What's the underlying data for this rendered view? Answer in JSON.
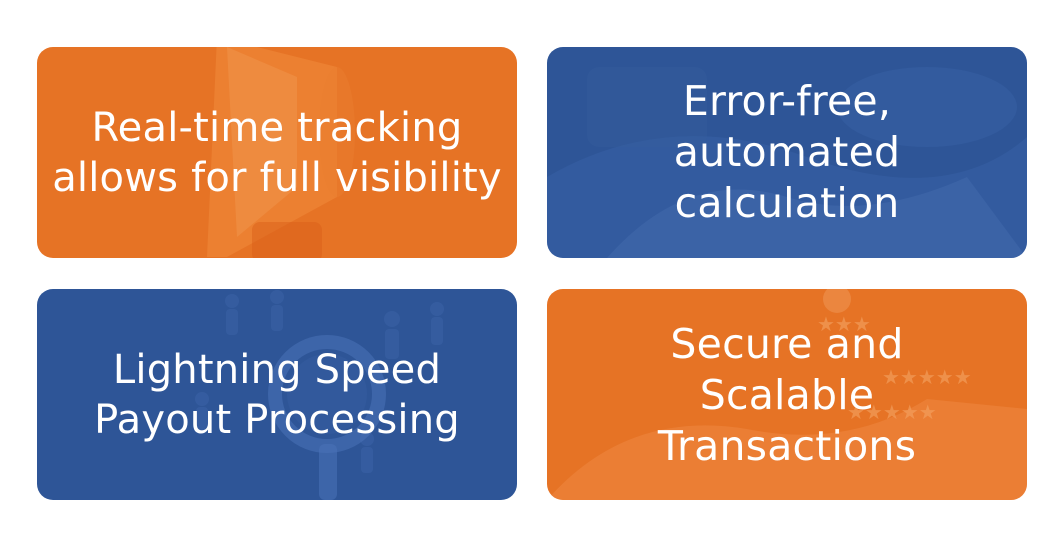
{
  "cards": [
    {
      "id": "real-time-tracking",
      "lines": [
        "Real-time tracking",
        "allows for full visibility"
      ],
      "background_color": "#e67325",
      "icon": "megaphone-icon"
    },
    {
      "id": "error-free-calculation",
      "lines": [
        "Error-free,",
        "automated",
        "calculation"
      ],
      "background_color": "#2e5597",
      "icon": "hands-icon"
    },
    {
      "id": "lightning-speed-payout",
      "lines": [
        "Lightning Speed",
        "Payout Processing"
      ],
      "background_color": "#2e5597",
      "icon": "magnifier-people-icon"
    },
    {
      "id": "secure-scalable-transactions",
      "lines": [
        "Secure and",
        "Scalable",
        "Transactions"
      ],
      "background_color": "#e67325",
      "icon": "rating-stars-icon"
    }
  ]
}
